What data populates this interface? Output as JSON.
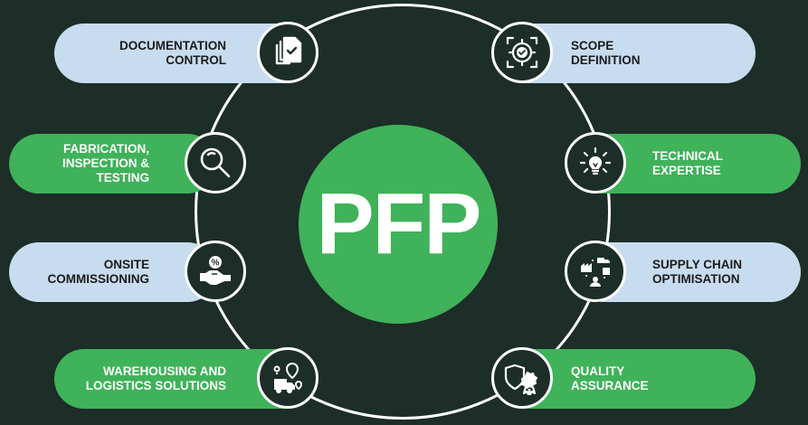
{
  "center": {
    "text": "PFP"
  },
  "colors": {
    "background": "#1c2e27",
    "green": "#3fb25a",
    "blue": "#c8dcef",
    "ring": "#ffffff"
  },
  "items": [
    {
      "label": "DOCUMENTATION\nCONTROL",
      "side": "left",
      "color": "blue",
      "icon": "documents-check-icon"
    },
    {
      "label": "FABRICATION,\nINSPECTION &\nTESTING",
      "side": "left",
      "color": "green",
      "icon": "magnifier-icon"
    },
    {
      "label": "ONSITE\nCOMMISSIONING",
      "side": "left",
      "color": "blue",
      "icon": "handshake-percent-icon"
    },
    {
      "label": "WAREHOUSING AND\nLOGISTICS SOLUTIONS",
      "side": "left",
      "color": "green",
      "icon": "delivery-location-icon"
    },
    {
      "label": "SCOPE\nDEFINITION",
      "side": "right",
      "color": "blue",
      "icon": "target-check-icon"
    },
    {
      "label": "TECHNICAL\nEXPERTISE",
      "side": "right",
      "color": "green",
      "icon": "lightbulb-icon"
    },
    {
      "label": "SUPPLY CHAIN\nOPTIMISATION",
      "side": "right",
      "color": "blue",
      "icon": "supply-chain-icon"
    },
    {
      "label": "QUALITY\nASSURANCE",
      "side": "right",
      "color": "green",
      "icon": "quality-badge-icon"
    }
  ]
}
